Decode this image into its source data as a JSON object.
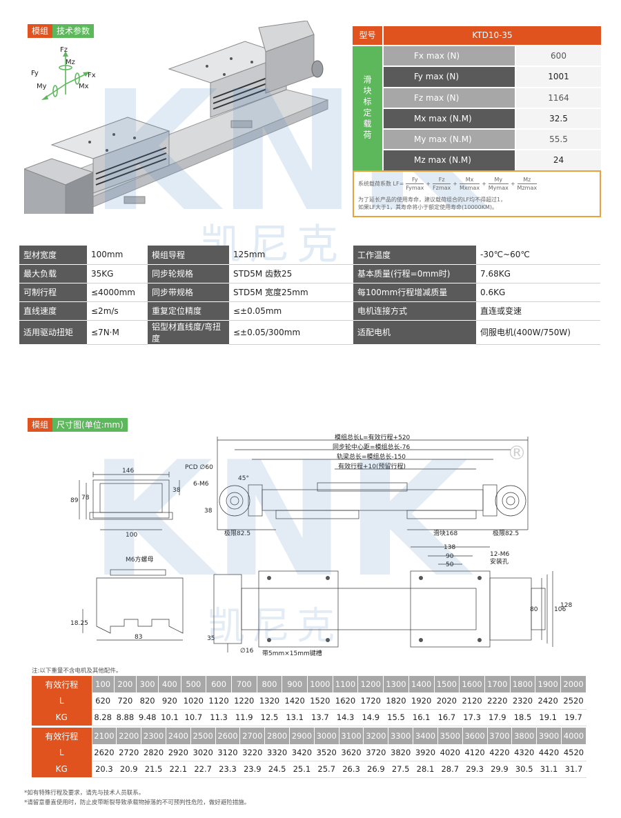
{
  "section1": {
    "tag1": "模组",
    "tag2": "技术参数"
  },
  "axes": {
    "fz": "Fz",
    "mz": "Mz",
    "fy": "Fy",
    "fx": "Fx",
    "my": "My",
    "mx": "Mx"
  },
  "spec": {
    "head_label": "型号",
    "model": "KTD10-35",
    "side_label": "滑块标定载荷",
    "rows": [
      {
        "k": "Fx max (N)",
        "v": "600"
      },
      {
        "k": "Fy max (N)",
        "v": "1001"
      },
      {
        "k": "Fz max (N)",
        "v": "1164"
      },
      {
        "k": "Mx max (N.M)",
        "v": "32.5"
      },
      {
        "k": "My max (N.M)",
        "v": "55.5"
      },
      {
        "k": "Mz max (N.M)",
        "v": "24"
      }
    ],
    "formula_label": "系统载荷系数 LF=",
    "formula_terms": [
      {
        "num": "Fy",
        "den": "Fymax"
      },
      {
        "num": "Fz",
        "den": "Fzmax"
      },
      {
        "num": "Mx",
        "den": "Mxmax"
      },
      {
        "num": "My",
        "den": "Mymax"
      },
      {
        "num": "Mz",
        "den": "Mzmax"
      }
    ],
    "note_line1": "为了延长产品的使用寿命，建议载荷组合的LF均不得超过1，",
    "note_line2": "如果LF大于1，其寿命将小于额定使用寿命(10000KM)。"
  },
  "params": [
    [
      "型材宽度",
      "100mm",
      "模组导程",
      "125mm",
      "工作温度",
      "-30℃~60℃"
    ],
    [
      "最大负载",
      "35KG",
      "同步轮规格",
      "STD5M 齿数25",
      "基本质量(行程=0mm时)",
      "7.68KG"
    ],
    [
      "可制行程",
      "≤4000mm",
      "同步带规格",
      "STD5M 宽度25mm",
      "每100mm行程增减质量",
      "0.6KG"
    ],
    [
      "直线速度",
      "≤2m/s",
      "重复定位精度",
      "≤±0.05mm",
      "电机连接方式",
      "直连或变速"
    ],
    [
      "适用驱动扭矩",
      "≤7N·M",
      "铝型材直线度/弯扭度",
      "≤±0.05/300mm",
      "适配电机",
      "伺服电机(400W/750W)"
    ]
  ],
  "section2": {
    "tag1": "模组",
    "tag2": "尺寸图(单位:mm)"
  },
  "dims": {
    "total": "模组总长L=有效行程+520",
    "sync": "同步轮中心距=模组总长-76",
    "rail": "轨梁总长=模组总长-150",
    "stroke": "有效行程+10(预留行程)",
    "pcd": "PCD ∅60",
    "m6": "6-M6",
    "angle": "45°",
    "d146": "146",
    "d100": "100",
    "d89": "89",
    "d78": "78",
    "d38a": "38",
    "d38b": "38",
    "limit_l": "极限82.5",
    "slider": "滑块168",
    "limit_r": "极限82.5",
    "nut": "M6方螺母",
    "d1825": "18.25",
    "d83": "83",
    "d138": "138",
    "d90": "90",
    "d50": "50",
    "m12": "12-M6",
    "mount": "安装孔",
    "d80": "80",
    "d106": "106",
    "d128": "128",
    "d35": "35",
    "d16": "∅16",
    "key": "带5mm×15mm键槽"
  },
  "note_top": "注:以下重量不含电机及其他配件。",
  "table1": {
    "h": "有效行程",
    "l": "L",
    "kg": "KG",
    "strokes": [
      "100",
      "200",
      "300",
      "400",
      "500",
      "600",
      "700",
      "800",
      "900",
      "1000",
      "1100",
      "1200",
      "1300",
      "1400",
      "1500",
      "1600",
      "1700",
      "1800",
      "1900",
      "2000"
    ],
    "L": [
      "620",
      "720",
      "820",
      "920",
      "1020",
      "1120",
      "1220",
      "1320",
      "1420",
      "1520",
      "1620",
      "1720",
      "1820",
      "1920",
      "2020",
      "2120",
      "2220",
      "2320",
      "2420",
      "2520"
    ],
    "KG": [
      "8.28",
      "8.88",
      "9.48",
      "10.1",
      "10.7",
      "11.3",
      "11.9",
      "12.5",
      "13.1",
      "13.7",
      "14.3",
      "14.9",
      "15.5",
      "16.1",
      "16.7",
      "17.3",
      "17.9",
      "18.5",
      "19.1",
      "19.7"
    ]
  },
  "table2": {
    "h": "有效行程",
    "l": "L",
    "kg": "KG",
    "strokes": [
      "2100",
      "2200",
      "2300",
      "2400",
      "2500",
      "2600",
      "2700",
      "2800",
      "2900",
      "3000",
      "3100",
      "3200",
      "3300",
      "3400",
      "3500",
      "3600",
      "3700",
      "3800",
      "3900",
      "4000"
    ],
    "L": [
      "2620",
      "2720",
      "2820",
      "2920",
      "3020",
      "3120",
      "3220",
      "3320",
      "3420",
      "3520",
      "3620",
      "3720",
      "3820",
      "3920",
      "4020",
      "4120",
      "4220",
      "4320",
      "4420",
      "4520"
    ],
    "KG": [
      "20.3",
      "20.9",
      "21.5",
      "22.1",
      "22.7",
      "23.3",
      "23.9",
      "24.5",
      "25.1",
      "25.7",
      "26.3",
      "26.9",
      "27.5",
      "28.1",
      "28.7",
      "29.3",
      "29.9",
      "30.5",
      "31.1",
      "31.7"
    ]
  },
  "foot1": "*如有特殊行程及要求，请先与技术人员联系。",
  "foot2": "*请留意垂直使用时，防止皮带断裂导致承载物掉落的不可预判性危险，做好避险措施。",
  "watermark": {
    "brand": "KNK",
    "cn": "凯尼克",
    "reg": "®"
  },
  "colors": {
    "orange": "#e0531f",
    "green": "#5db85c",
    "dark": "#5a5a5a",
    "light": "#a7a7a7",
    "gold": "#e9a13a"
  }
}
